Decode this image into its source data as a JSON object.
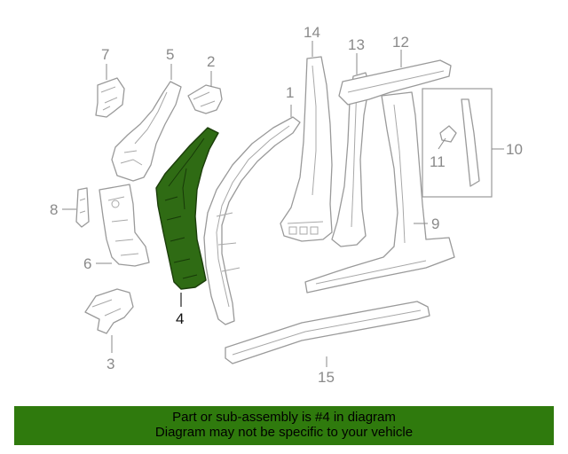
{
  "callouts": {
    "c1": "1",
    "c2": "2",
    "c3": "3",
    "c4": "4",
    "c5": "5",
    "c6": "6",
    "c7": "7",
    "c8": "8",
    "c9": "9",
    "c10": "10",
    "c11": "11",
    "c12": "12",
    "c13": "13",
    "c14": "14",
    "c15": "15"
  },
  "highlighted_part": "4",
  "banner": {
    "line1": "Part or sub-assembly is #4 in diagram",
    "line2": "Diagram may not be specific to your vehicle"
  },
  "colors": {
    "highlight": "#2f6b14",
    "banner_bg": "#2f7a0d",
    "line_gray": "#9a9a9a"
  }
}
